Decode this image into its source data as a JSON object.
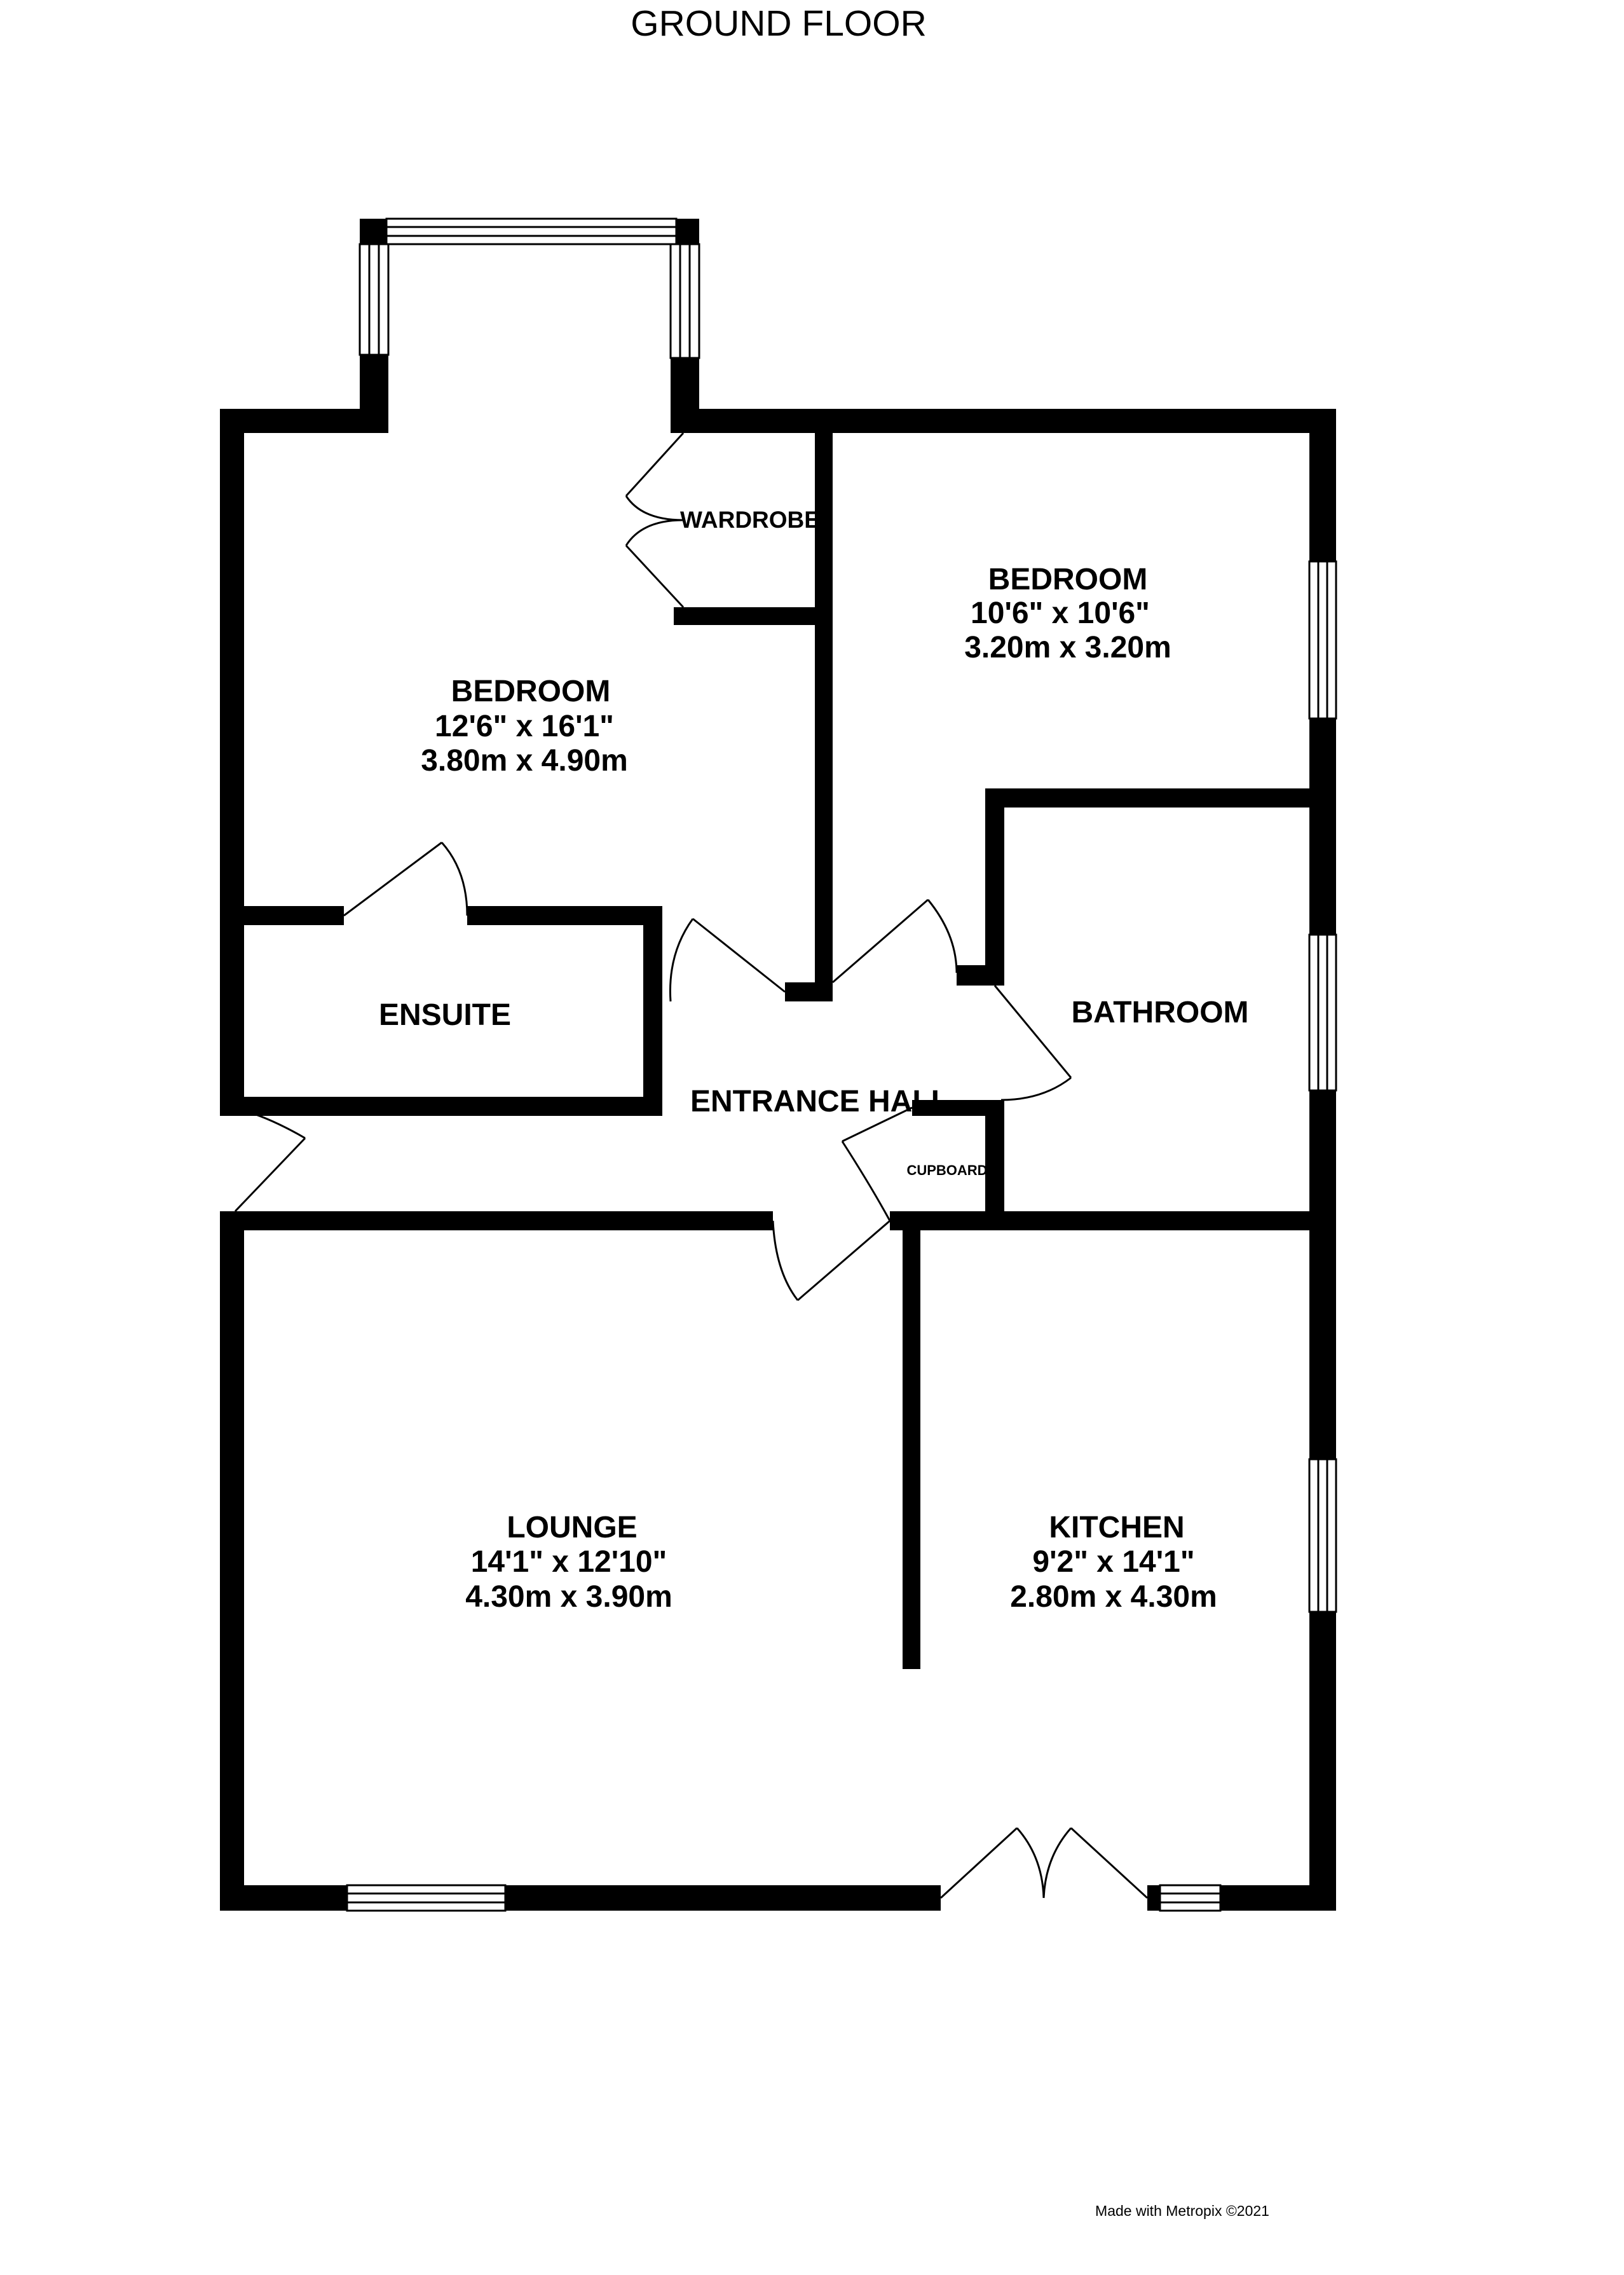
{
  "title": "GROUND FLOOR",
  "rooms": {
    "bedroom1": {
      "name": "BEDROOM",
      "imperial": "12'6\"  x 16'1\"",
      "metric": "3.80m  x 4.90m"
    },
    "bedroom2": {
      "name": "BEDROOM",
      "imperial": "10'6\"  x 10'6\"",
      "metric": "3.20m  x 3.20m"
    },
    "wardrobe": {
      "name": "WARDROBE"
    },
    "ensuite": {
      "name": "ENSUITE"
    },
    "bathroom": {
      "name": "BATHROOM"
    },
    "entrance_hall": {
      "name": "ENTRANCE HALL"
    },
    "cupboard": {
      "name": "CUPBOARD"
    },
    "lounge": {
      "name": "LOUNGE",
      "imperial": "14'1\"  x 12'10\"",
      "metric": "4.30m  x 3.90m"
    },
    "kitchen": {
      "name": "KITCHEN",
      "imperial": "9'2\"  x 14'1\"",
      "metric": "2.80m  x 4.30m"
    }
  },
  "credit": "Made with Metropix ©2021"
}
